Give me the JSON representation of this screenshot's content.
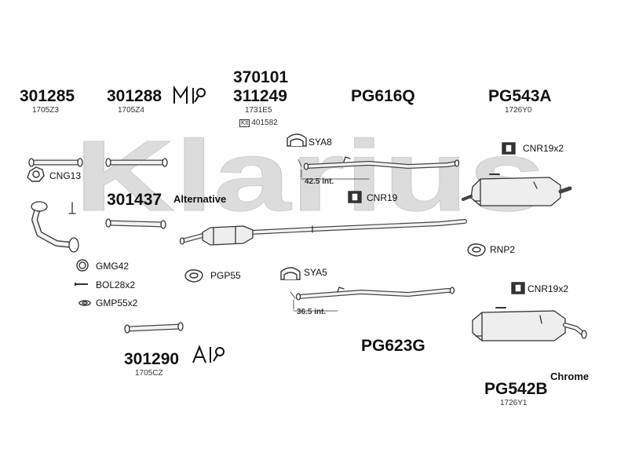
{
  "brand": {
    "watermark": "Klarius",
    "color": "#d9d9d9"
  },
  "parts": {
    "p301285": {
      "number": "301285",
      "ref": "1705Z3"
    },
    "p301288": {
      "number": "301288",
      "ref": "1705Z4"
    },
    "p370101": {
      "number": "370101"
    },
    "p311249": {
      "number": "311249",
      "ref": "1731E5",
      "kit": "401582",
      "kit_icon": "Kit"
    },
    "pg616q": {
      "number": "PG616Q"
    },
    "pg543a": {
      "number": "PG543A",
      "ref": "1726Y0"
    },
    "p301437": {
      "number": "301437",
      "note": "Alternative"
    },
    "p301290": {
      "number": "301290",
      "ref": "1705CZ"
    },
    "pg623g": {
      "number": "PG623G"
    },
    "pg542b": {
      "number": "PG542B",
      "ref": "1726Y1",
      "note": "Chrome"
    }
  },
  "accessories": {
    "cng13": "CNG13",
    "sya8": "SYA8",
    "cnr19x2_top": "CNR19x2",
    "cnr19": "CNR19",
    "rnp2": "RNP2",
    "gmg42": "GMG42",
    "bol28x2": "BOL28x2",
    "gmp55x2": "GMP55x2",
    "pgp55": "PGP55",
    "sya5": "SYA5",
    "cnr19x2_bottom": "CNR19x2"
  },
  "dimensions": {
    "top_pipe": "42.5 int.",
    "bottom_pipe": "36.5 int."
  },
  "icons": {
    "mounting_kit": "mi-icon",
    "accessory_kit": "ai-icon"
  }
}
